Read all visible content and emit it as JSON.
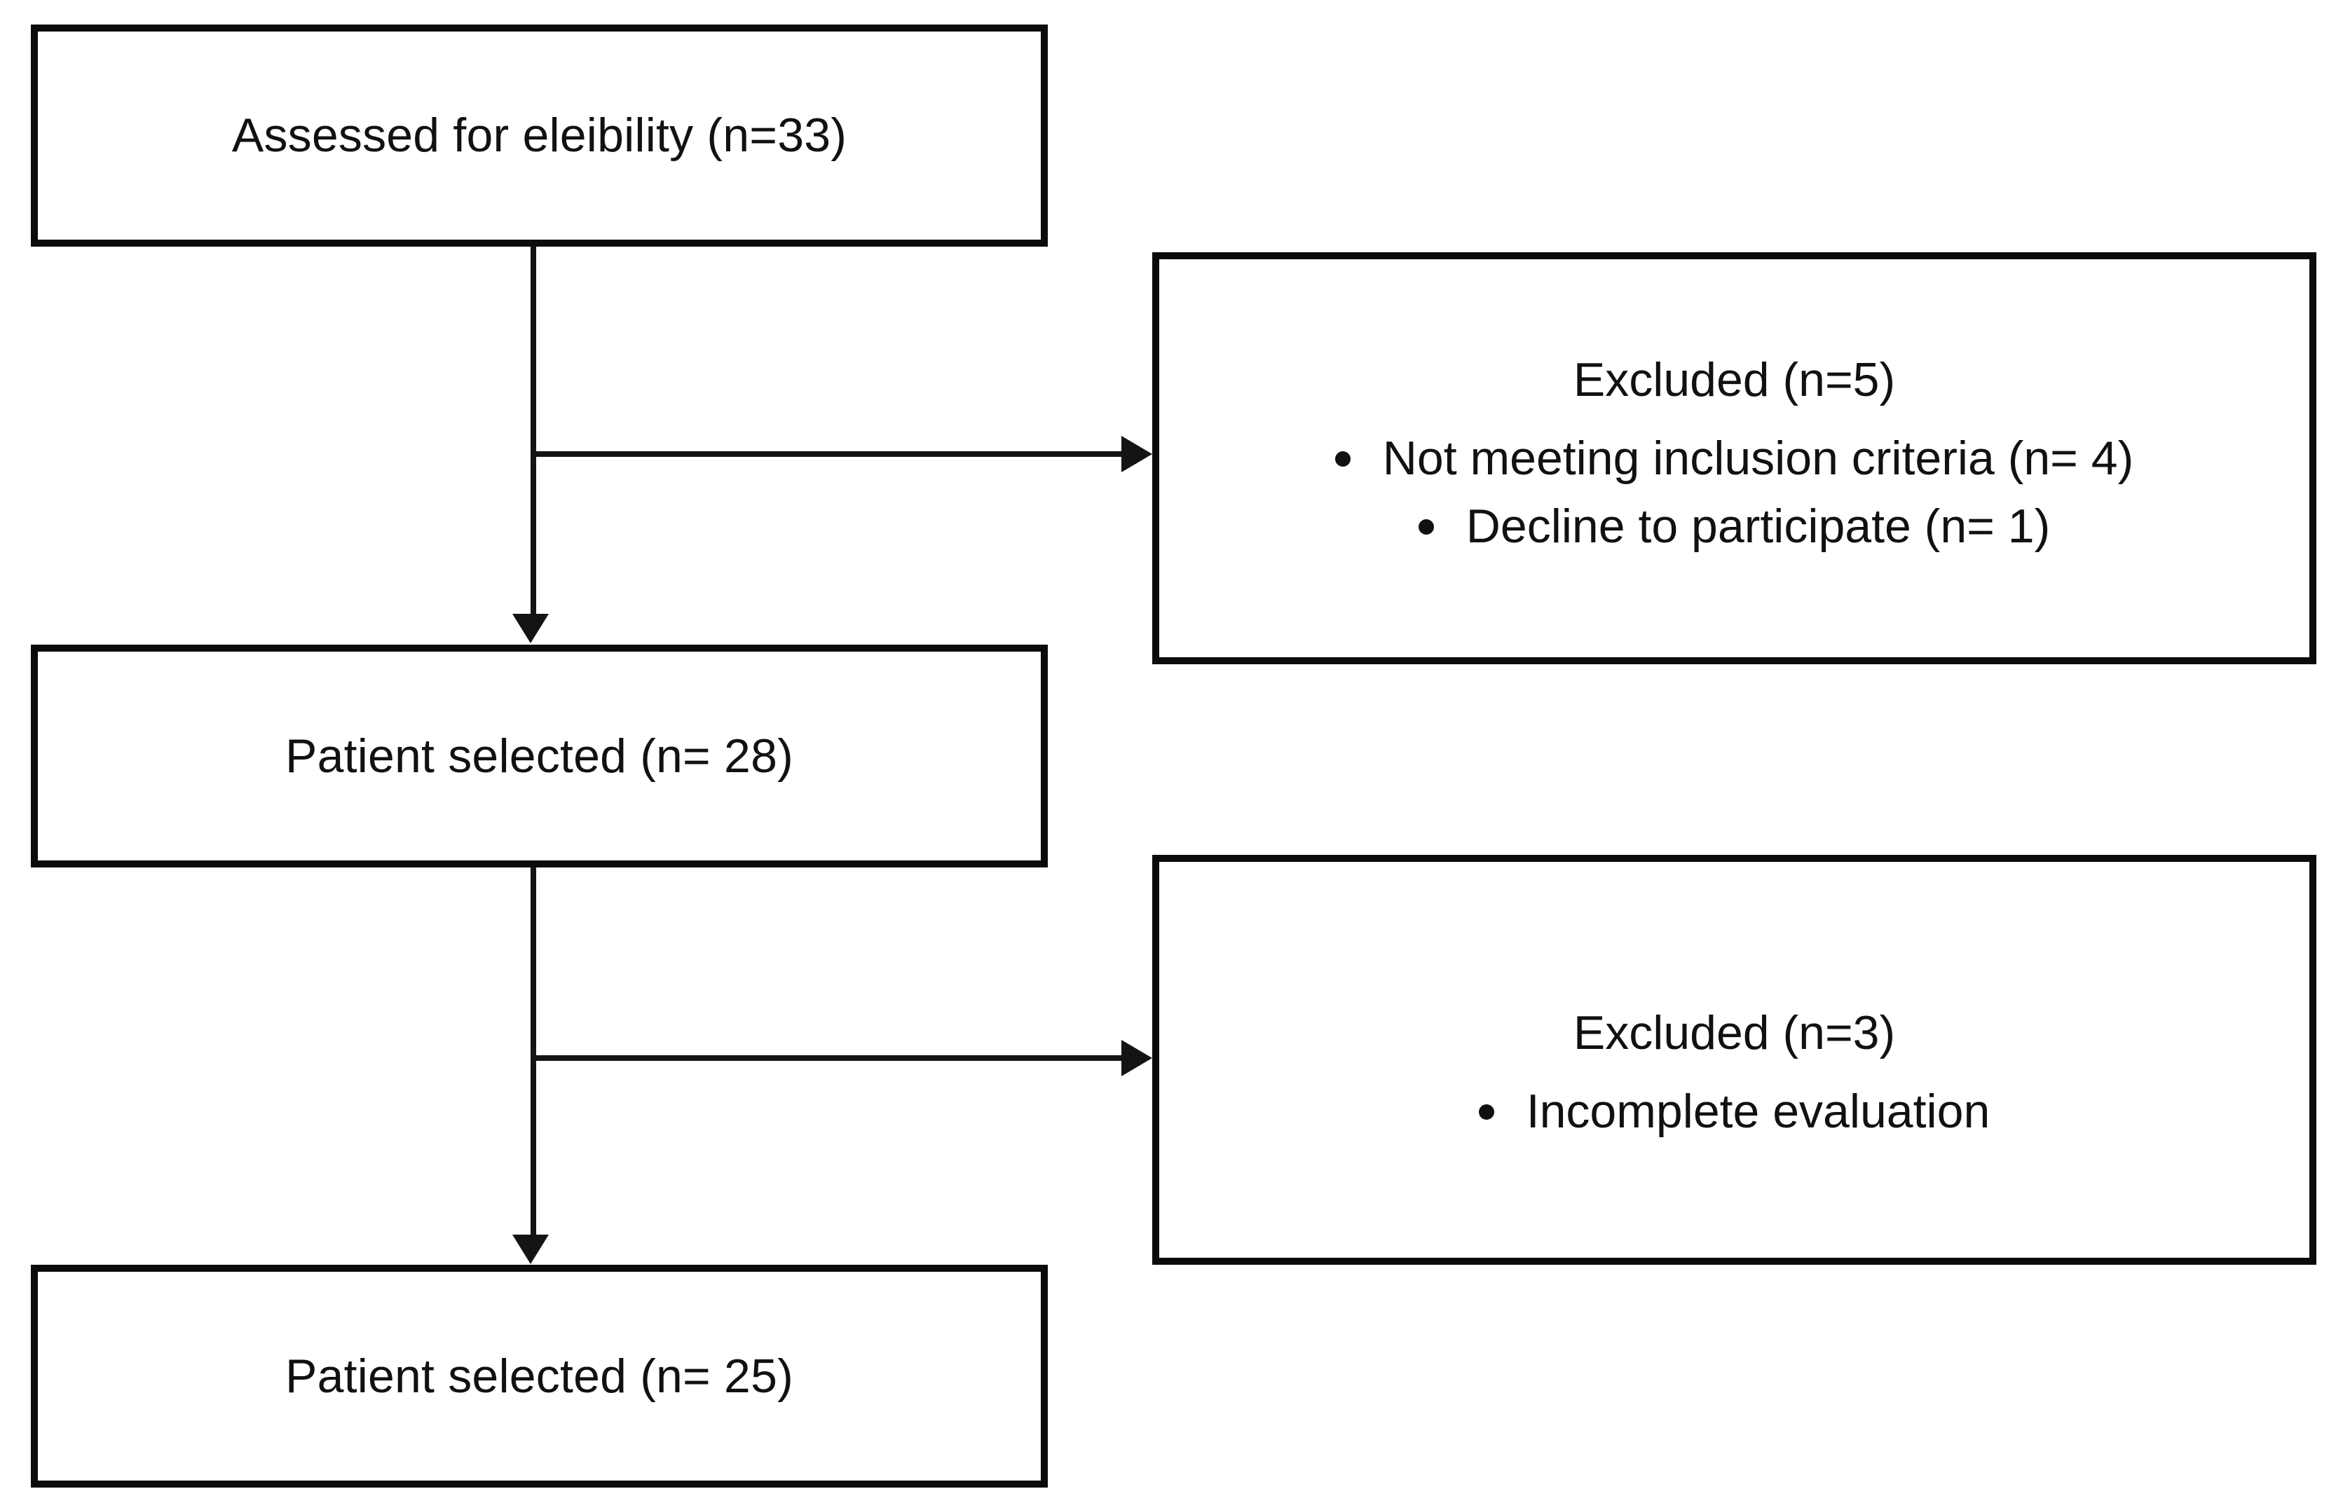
{
  "diagram": {
    "type": "patient-selection-flowchart",
    "background_color": "#ffffff",
    "line_color": "#141414",
    "box_border_color": "#0b0b0b",
    "text_color": "#111111"
  },
  "nodes": {
    "assessed": {
      "label": "Assessed for eleibility (n=33)"
    },
    "selected_28": {
      "label": "Patient selected (n= 28)"
    },
    "selected_25": {
      "label": "Patient selected (n= 25)"
    }
  },
  "excluded_first": {
    "title": "Excluded (n=5)",
    "bullets": [
      {
        "text": "Not meeting inclusion criteria (n= 4)"
      },
      {
        "text": "Decline to participate (n= 1)"
      }
    ]
  },
  "excluded_second": {
    "title": "Excluded (n=3)",
    "bullets": [
      {
        "text": "Incomplete evaluation"
      }
    ]
  }
}
